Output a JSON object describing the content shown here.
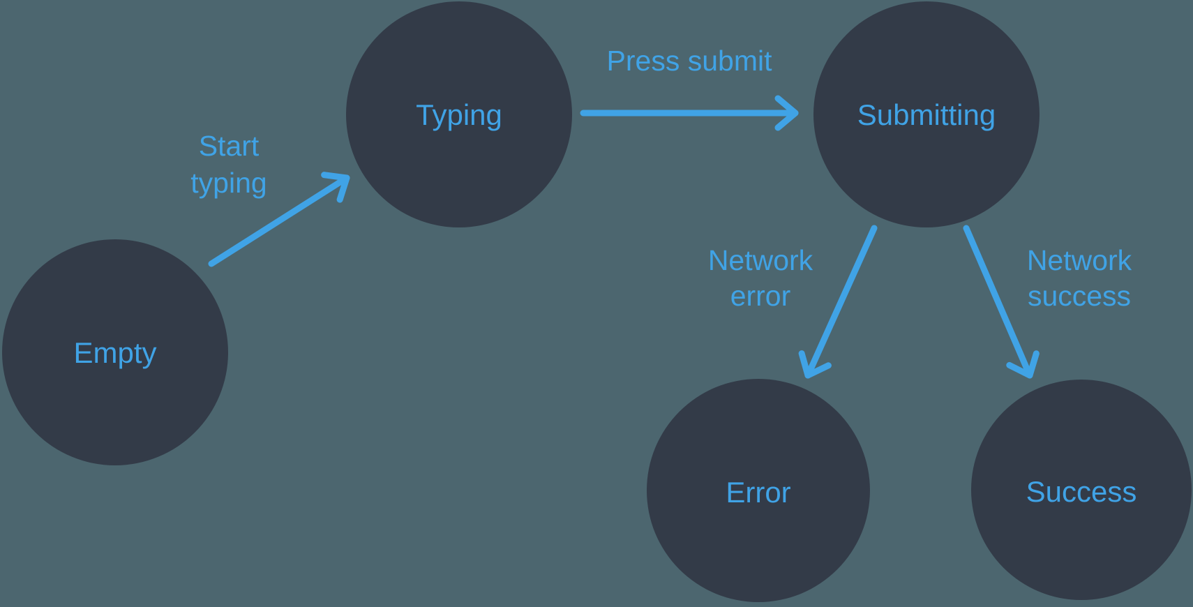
{
  "diagram": {
    "kind": "state-machine",
    "colors": {
      "background": "#4c666f",
      "node_fill": "#333b48",
      "accent_blue": "#40a3e6"
    },
    "nodes": [
      {
        "id": "empty",
        "label": "Empty"
      },
      {
        "id": "typing",
        "label": "Typing"
      },
      {
        "id": "submitting",
        "label": "Submitting"
      },
      {
        "id": "error",
        "label": "Error"
      },
      {
        "id": "success",
        "label": "Success"
      }
    ],
    "edges": [
      {
        "from": "empty",
        "to": "typing",
        "label": "Start typing",
        "lines": [
          "Start",
          "typing"
        ]
      },
      {
        "from": "typing",
        "to": "submitting",
        "label": "Press submit",
        "lines": [
          "Press submit"
        ]
      },
      {
        "from": "submitting",
        "to": "error",
        "label": "Network error",
        "lines": [
          "Network",
          "error"
        ]
      },
      {
        "from": "submitting",
        "to": "success",
        "label": "Network success",
        "lines": [
          "Network",
          "success"
        ]
      }
    ]
  }
}
